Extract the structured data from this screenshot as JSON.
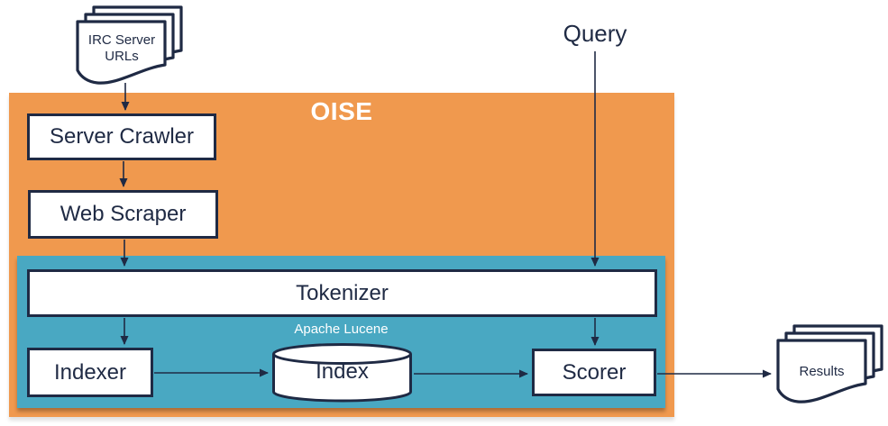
{
  "containers": {
    "oise": {
      "label": "OISE"
    },
    "lucene": {
      "label": "Apache Lucene"
    }
  },
  "nodes": {
    "server_crawler": {
      "label": "Server Crawler"
    },
    "web_scraper": {
      "label": "Web Scraper"
    },
    "tokenizer": {
      "label": "Tokenizer"
    },
    "indexer": {
      "label": "Indexer"
    },
    "index": {
      "label": "Index"
    },
    "scorer": {
      "label": "Scorer"
    }
  },
  "artifacts": {
    "irc_urls": {
      "label": "IRC Server URLs"
    },
    "query": {
      "label": "Query"
    },
    "results": {
      "label": "Results"
    }
  },
  "edges": [
    {
      "from": "irc_urls",
      "to": "server_crawler"
    },
    {
      "from": "server_crawler",
      "to": "web_scraper"
    },
    {
      "from": "web_scraper",
      "to": "tokenizer"
    },
    {
      "from": "query",
      "to": "tokenizer"
    },
    {
      "from": "tokenizer",
      "to": "indexer"
    },
    {
      "from": "tokenizer",
      "to": "scorer"
    },
    {
      "from": "indexer",
      "to": "index"
    },
    {
      "from": "index",
      "to": "scorer"
    },
    {
      "from": "scorer",
      "to": "results"
    }
  ],
  "colors": {
    "orange": "#F0994E",
    "teal": "#49A8C2",
    "navy": "#1F2A44",
    "white": "#FFFFFF"
  }
}
